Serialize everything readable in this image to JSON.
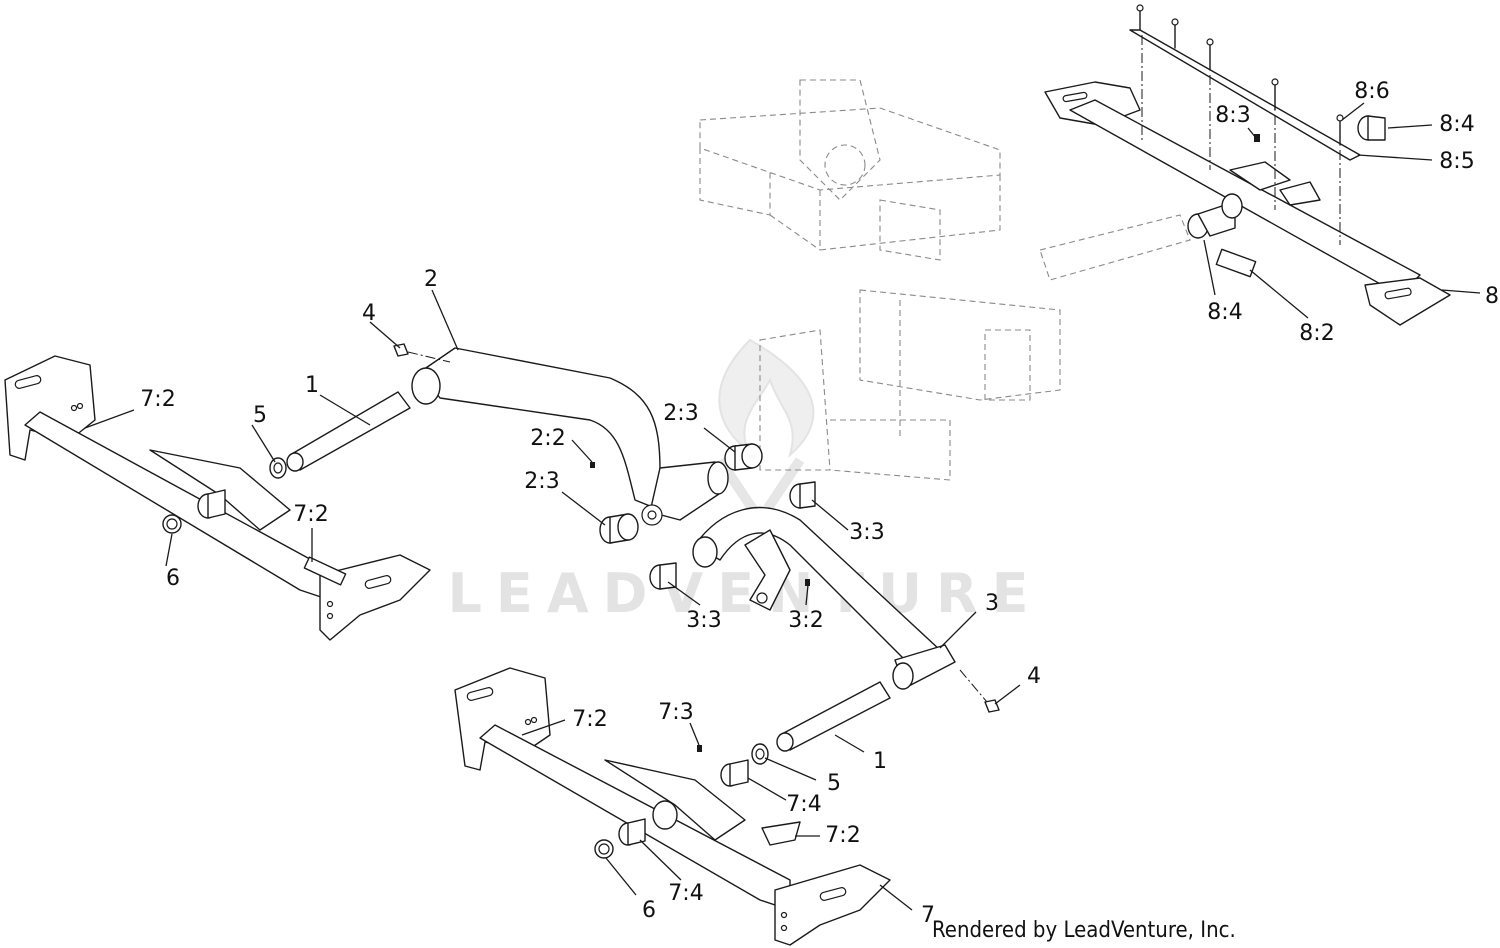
{
  "callouts": [
    {
      "id": "c1",
      "label": "1"
    },
    {
      "id": "c2",
      "label": "2"
    },
    {
      "id": "c3",
      "label": "3"
    },
    {
      "id": "c4a",
      "label": "4"
    },
    {
      "id": "c4b",
      "label": "4"
    },
    {
      "id": "c5a",
      "label": "5"
    },
    {
      "id": "c5b",
      "label": "5"
    },
    {
      "id": "c1b",
      "label": "1"
    },
    {
      "id": "c6a",
      "label": "6"
    },
    {
      "id": "c6b",
      "label": "6"
    },
    {
      "id": "c7",
      "label": "7"
    },
    {
      "id": "c8",
      "label": "8"
    },
    {
      "id": "c22",
      "label": "2:2"
    },
    {
      "id": "c23a",
      "label": "2:3"
    },
    {
      "id": "c23b",
      "label": "2:3"
    },
    {
      "id": "c32",
      "label": "3:2"
    },
    {
      "id": "c33a",
      "label": "3:3"
    },
    {
      "id": "c33b",
      "label": "3:3"
    },
    {
      "id": "c72a",
      "label": "7:2"
    },
    {
      "id": "c72b",
      "label": "7:2"
    },
    {
      "id": "c72c",
      "label": "7:2"
    },
    {
      "id": "c72d",
      "label": "7:2"
    },
    {
      "id": "c73",
      "label": "7:3"
    },
    {
      "id": "c74a",
      "label": "7:4"
    },
    {
      "id": "c74b",
      "label": "7:4"
    },
    {
      "id": "c82",
      "label": "8:2"
    },
    {
      "id": "c83",
      "label": "8:3"
    },
    {
      "id": "c84a",
      "label": "8:4"
    },
    {
      "id": "c84b",
      "label": "8:4"
    },
    {
      "id": "c85",
      "label": "8:5"
    },
    {
      "id": "c86",
      "label": "8:6"
    }
  ],
  "watermark": "LEADVENTURE",
  "credit": "Rendered by LeadVenture, Inc."
}
